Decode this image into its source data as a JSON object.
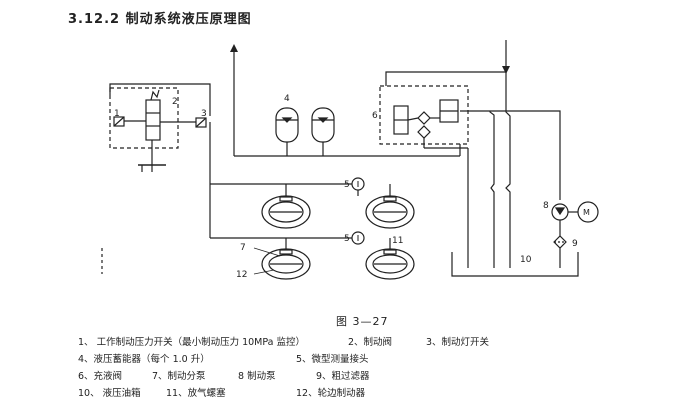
{
  "heading": "3.12.2 制动系统液压原理图",
  "figure_caption": "图 3—27",
  "callouts": {
    "c1": "1",
    "c2": "2",
    "c3": "3",
    "c4": "4",
    "c5a": "5",
    "c5b": "5",
    "c6": "6",
    "c7": "7",
    "c8": "8",
    "c9": "9",
    "c10": "10",
    "c11": "11",
    "c12": "12",
    "motor": "M"
  },
  "legend": [
    [
      "1、 工作制动压力开关（最小制动压力 10MPa 监控）",
      "2、制动阀",
      "3、制动灯开关"
    ],
    [
      "4、液压蓄能器（每个 1.0 升）",
      "5、微型测量接头"
    ],
    [
      "6、充液阀",
      "7、制动分泵",
      "8 制动泵",
      "9、粗过滤器"
    ],
    [
      "10、 液压油箱",
      "11、放气螺塞",
      "12、轮边制动器"
    ]
  ]
}
